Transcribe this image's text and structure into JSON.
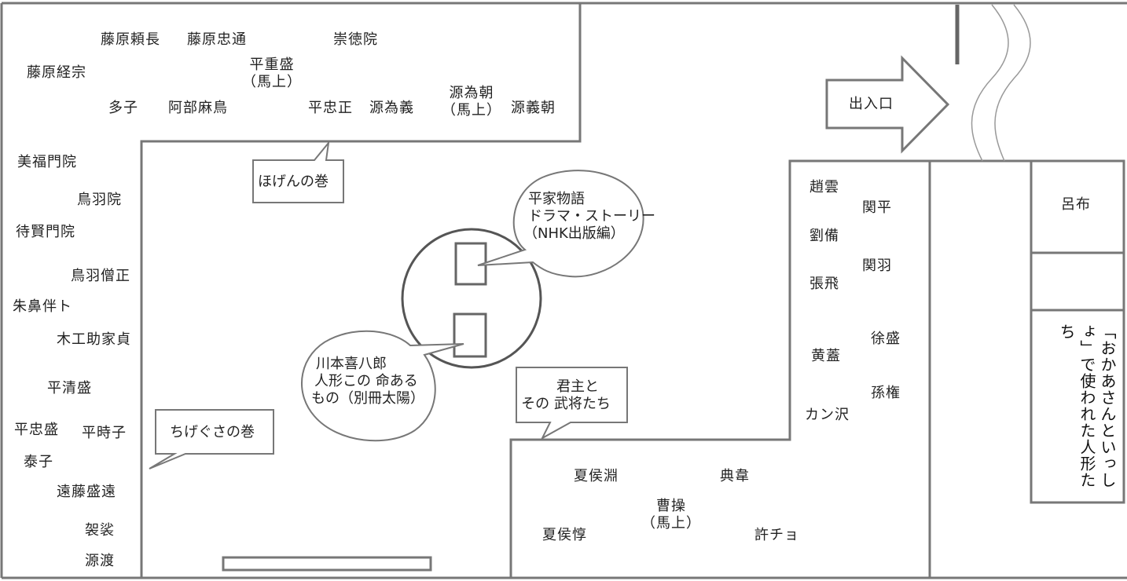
{
  "entrance": "出入口",
  "sections": {
    "hogen": "ほげんの巻",
    "chigusa": "ちげぐさの巻",
    "kunshu": [
      "君主と",
      "その 武将たち"
    ]
  },
  "notes": {
    "heike": [
      "平家物語",
      "ドラマ・ストーリー",
      "（NHK出版編）"
    ],
    "kawamoto": [
      "川本喜八郎",
      "人形この 命ある",
      "もの（別冊太陽）"
    ]
  },
  "room_right": {
    "top": "呂布",
    "bottom": "「おかあさんといっしょ」で使われた人形たち"
  },
  "top_figures": {
    "yorinaga": "藤原頼長",
    "tadamichi": "藤原忠通",
    "sutoku": "崇徳院",
    "tsunemune": "藤原経宗",
    "shigemori": [
      "平重盛",
      "（馬上）"
    ],
    "taneko": "多子",
    "maro": "阿部麻鳥",
    "tadamasa": "平忠正",
    "tameyoshi": "源為義",
    "tametomo": [
      "源為朝",
      "（馬上）"
    ],
    "yoshitomo": "源義朝"
  },
  "left_figures": {
    "bifukumonin": "美福門院",
    "tobain": "鳥羽院",
    "taikenmonin": "待賢門院",
    "toba_sojo": "鳥羽僧正",
    "shubi": "朱鼻伴ト",
    "mokku": "木工助家貞",
    "kiyomori": "平清盛",
    "tadamori": "平忠盛",
    "tokiko": "平時子",
    "yasuko": "泰子",
    "morito": "遠藤盛遠",
    "kesa": "袈裟",
    "wataru": "源渡"
  },
  "sangoku_figures": {
    "zhaoyun": "趙雲",
    "guanping": "関平",
    "liubei": "劉備",
    "guanyu": "関羽",
    "zhangfei": "張飛",
    "xusheng": "徐盛",
    "huanggai": "黄蓋",
    "sunquan": "孫権",
    "kanze": "カン沢",
    "xiahouyuan": "夏侯淵",
    "dianwei": "典韋",
    "caocao": [
      "曹操",
      "（馬上）"
    ],
    "xiahoudun": "夏侯惇",
    "xuchu": "許チョ"
  }
}
